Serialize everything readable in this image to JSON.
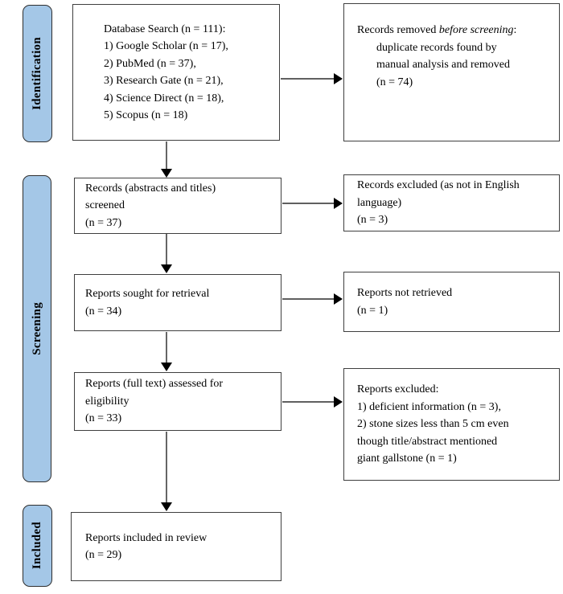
{
  "colors": {
    "stage_fill": "#a4c7e7",
    "stage_border": "#2f2f2f",
    "box_border": "#3f3f3f",
    "arrow_line": "#4a4a4a",
    "arrow_head": "#000000"
  },
  "stages": [
    {
      "label": "Identification"
    },
    {
      "label": "Screening"
    },
    {
      "label": "Included"
    }
  ],
  "boxes": {
    "database_search": {
      "lines": [
        "Database Search (n = 111):",
        "1) Google Scholar (n = 17),",
        "2) PubMed (n = 37),",
        "3) Research Gate (n = 21),",
        "4) Science Direct (n = 18),",
        "5) Scopus (n = 18)"
      ]
    },
    "records_removed": {
      "line1_prefix": "Records removed ",
      "line1_italic": "before screening",
      "line1_suffix": ":",
      "indented_lines": [
        "duplicate records found by",
        "manual analysis and removed",
        "(n = 74)"
      ]
    },
    "records_screened": {
      "lines": [
        "Records (abstracts and titles)",
        "screened",
        "(n = 37)"
      ]
    },
    "records_excluded": {
      "lines": [
        "Records excluded (as not in English",
        "language)",
        "(n = 3)"
      ]
    },
    "reports_sought": {
      "lines": [
        "Reports sought for retrieval",
        "(n = 34)"
      ]
    },
    "reports_not_retrieved": {
      "lines": [
        "Reports not retrieved",
        "(n = 1)"
      ]
    },
    "reports_assessed": {
      "lines": [
        "Reports (full text) assessed for",
        "eligibility",
        "(n = 33)"
      ]
    },
    "reports_excluded": {
      "lines": [
        "Reports excluded:",
        "1) deficient information (n = 3),",
        "2) stone sizes less than 5 cm even",
        "though title/abstract mentioned",
        "giant gallstone (n = 1)"
      ]
    },
    "reports_included": {
      "lines": [
        "Reports included in review",
        "(n = 29)"
      ]
    }
  }
}
